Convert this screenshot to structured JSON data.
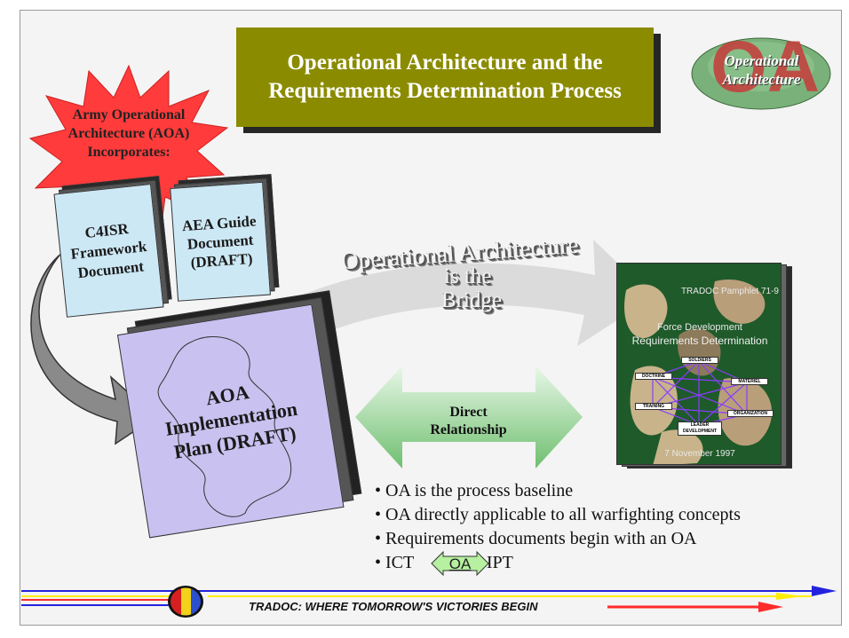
{
  "title": "Operational Architecture and the Requirements Determination Process",
  "logo": {
    "letters": "OA",
    "line1": "Operational",
    "line2": "Architecture"
  },
  "star": {
    "text": "Army Operational Architecture (AOA) Incorporates:"
  },
  "books": {
    "c4isr": [
      "C4ISR",
      "Framework",
      "Document"
    ],
    "aea": [
      "AEA Guide",
      "Document",
      "(DRAFT)"
    ],
    "aoa_plan": [
      "AOA",
      "Implementation",
      "Plan (DRAFT)"
    ]
  },
  "bridge": {
    "line1": "Operational Architecture",
    "line2": "is the",
    "line3": "Bridge"
  },
  "arrow_label": [
    "Direct",
    "Relationship"
  ],
  "tradoc_book": {
    "pamphlet": "TRADOC Pamphlet 71-9",
    "subtitle": "Force Development",
    "title": "Requirements Determination",
    "date": "7 November 1997",
    "nodes": [
      "SOLDIERS",
      "DOCTRINE",
      "MATERIEL",
      "TRAINING",
      "ORGANIZATION",
      "LEADER DEVELOPMENT"
    ]
  },
  "bullets": [
    "OA is the process baseline",
    "OA directly applicable to all warfighting concepts",
    "Requirements documents begin with an OA"
  ],
  "ict_line": {
    "left": "ICT",
    "middle": "OA",
    "right": "IPT"
  },
  "footer": "TRADOC: WHERE TOMORROW'S VICTORIES BEGIN",
  "colors": {
    "title_bg": "#8b8b00",
    "star": "#ff3b3b",
    "book_blue": "#cde8f5",
    "book_lavender": "#c9c2f0",
    "arrow_green": "#9ad79a",
    "footer_red": "#ff2a2a",
    "footer_blue": "#2222dd",
    "footer_yellow": "#ffee00"
  }
}
